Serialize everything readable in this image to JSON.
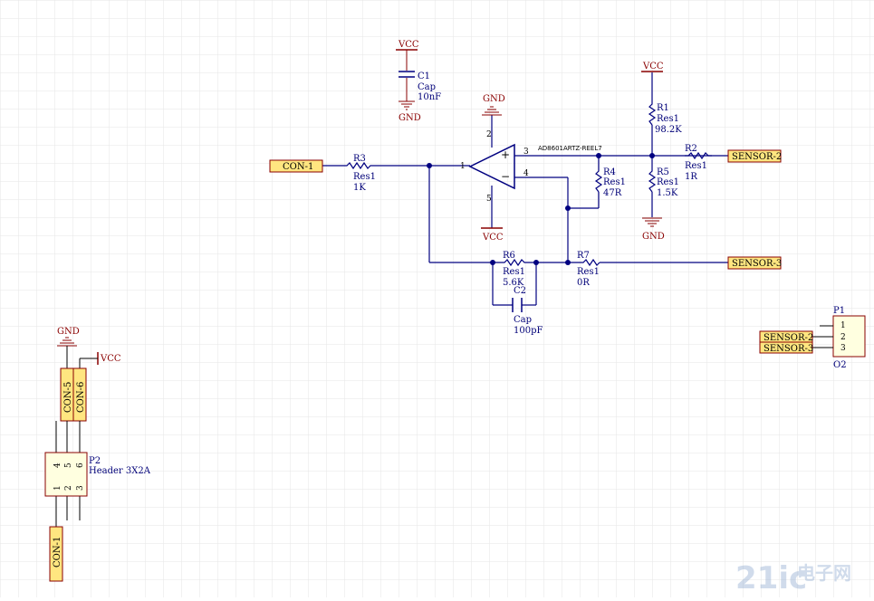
{
  "power": {
    "vcc": "VCC",
    "gnd": "GND"
  },
  "ports": {
    "con1": "CON-1",
    "sensor2": "SENSOR-2",
    "sensor3": "SENSOR-3",
    "con5": "CON-5",
    "con6": "CON-6"
  },
  "components": {
    "c1": {
      "ref": "C1",
      "type": "Cap",
      "value": "10nF"
    },
    "c2": {
      "ref": "C2",
      "type": "Cap",
      "value": "100pF"
    },
    "r1": {
      "ref": "R1",
      "type": "Res1",
      "value": "98.2K"
    },
    "r2": {
      "ref": "R2",
      "type": "Res1",
      "value": "1R"
    },
    "r3": {
      "ref": "R3",
      "type": "Res1",
      "value": "1K"
    },
    "r4": {
      "ref": "R4",
      "type": "Res1",
      "value": "47R"
    },
    "r5": {
      "ref": "R5",
      "type": "Res1",
      "value": "1.5K"
    },
    "r6": {
      "ref": "R6",
      "type": "Res1",
      "value": "5.6K"
    },
    "r7": {
      "ref": "R7",
      "type": "Res1",
      "value": "0R"
    },
    "opamp": {
      "part": "AD8601ARTZ-REEL7",
      "pin_plus": "3",
      "pin_minus": "4",
      "pin_out": "1",
      "pin_v1": "2",
      "pin_v2": "5",
      "plus": "+",
      "minus": "−"
    },
    "p1": {
      "ref": "P1",
      "value": "O2",
      "pins": [
        "1",
        "2",
        "3"
      ]
    },
    "p2": {
      "ref": "P2",
      "value": "Header 3X2A",
      "pins_top": [
        "4",
        "5",
        "6"
      ],
      "pins_bottom": [
        "1",
        "2",
        "3"
      ]
    }
  },
  "watermark": {
    "logo_text": "21ic",
    "cn_text": "电子网"
  },
  "colors": {
    "wire": "#000080",
    "port_fill": "#ffe680",
    "port_stroke": "#8a0000",
    "power": "#8a0000",
    "grid": "#ececec"
  }
}
